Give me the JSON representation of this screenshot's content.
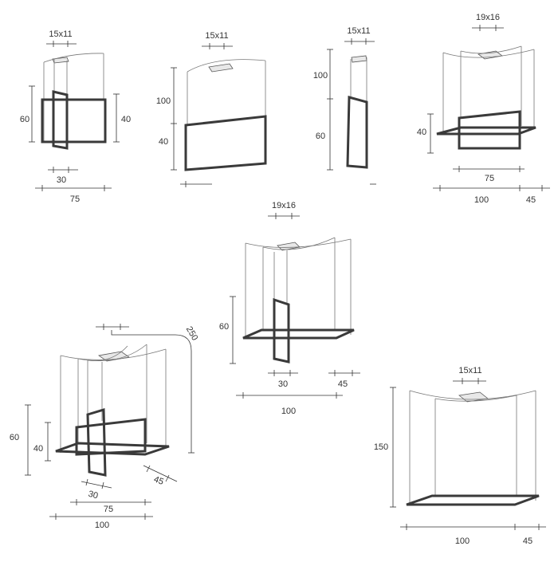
{
  "variants": [
    {
      "name": "variant-1",
      "canopy": "15x11",
      "dims": [
        "60",
        "40",
        "30",
        "75"
      ]
    },
    {
      "name": "variant-2",
      "canopy": "15x11",
      "dims": [
        "100",
        "40"
      ]
    },
    {
      "name": "variant-3",
      "canopy": "15x11",
      "dims": [
        "100",
        "60"
      ]
    },
    {
      "name": "variant-4",
      "canopy": "19x16",
      "dims": [
        "40",
        "75",
        "100",
        "45"
      ]
    },
    {
      "name": "variant-5",
      "canopy": "19x16",
      "dims": [
        "60",
        "30",
        "45",
        "100"
      ]
    },
    {
      "name": "variant-6",
      "canopy": "",
      "dims": [
        "250",
        "60",
        "40",
        "30",
        "45",
        "75",
        "100"
      ]
    },
    {
      "name": "variant-7",
      "canopy": "15x11",
      "dims": [
        "150",
        "100",
        "45"
      ]
    }
  ]
}
